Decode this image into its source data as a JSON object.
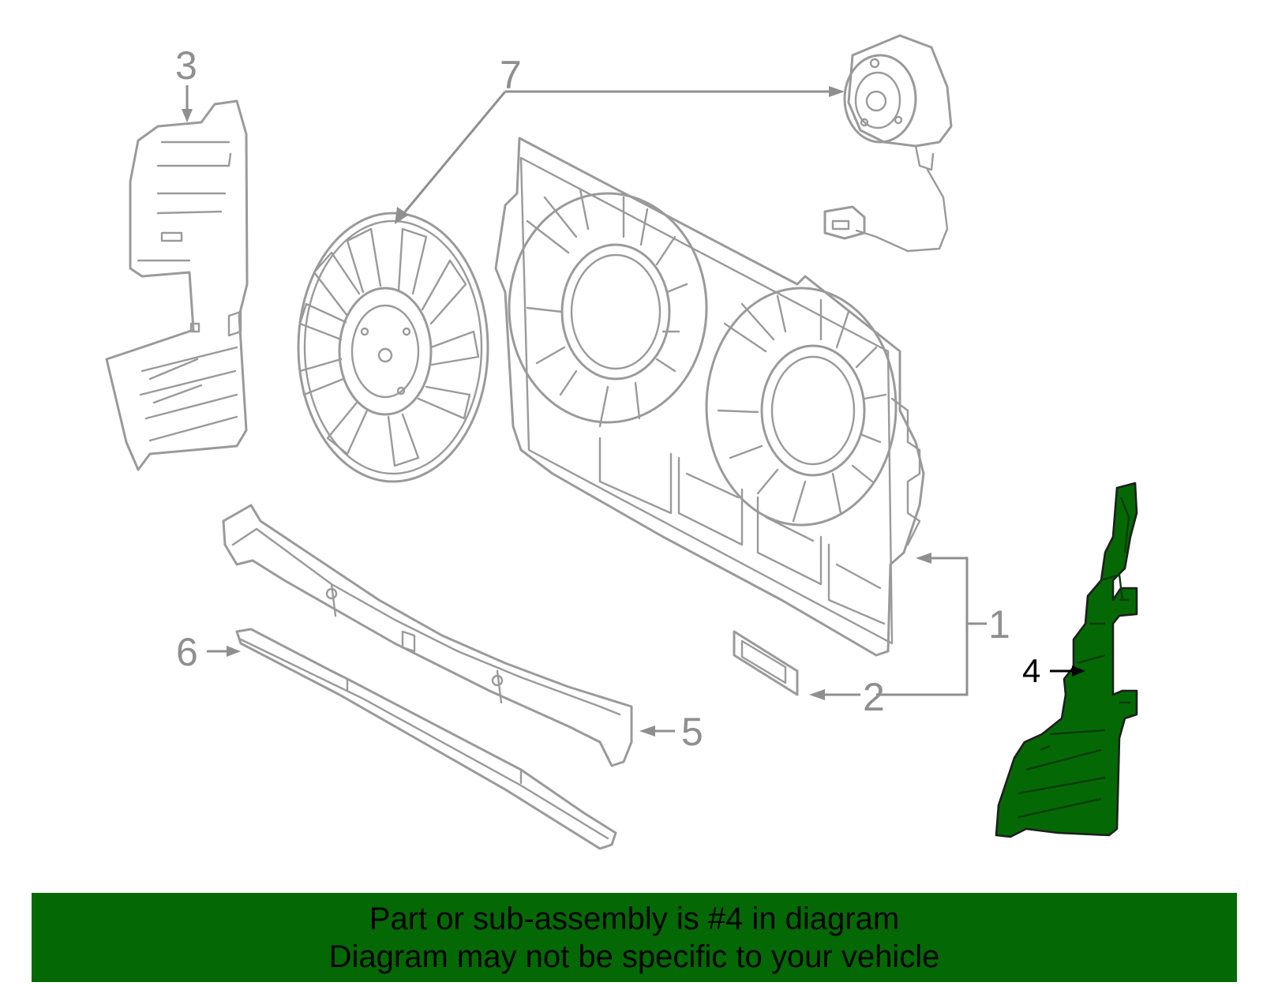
{
  "callouts": {
    "c1": "1",
    "c2": "2",
    "c3": "3",
    "c4": "4",
    "c5": "5",
    "c6": "6",
    "c7": "7"
  },
  "banner": {
    "line1": "Part or sub-assembly is #4 in diagram",
    "line2": "Diagram may not be specific to your vehicle"
  },
  "colors": {
    "highlight": "#046904",
    "banner": "#046904",
    "line_art": "#9a9a9a",
    "callout_text": "#8f8f8f",
    "highlight_callout": "#000000"
  },
  "highlighted_part": "4"
}
